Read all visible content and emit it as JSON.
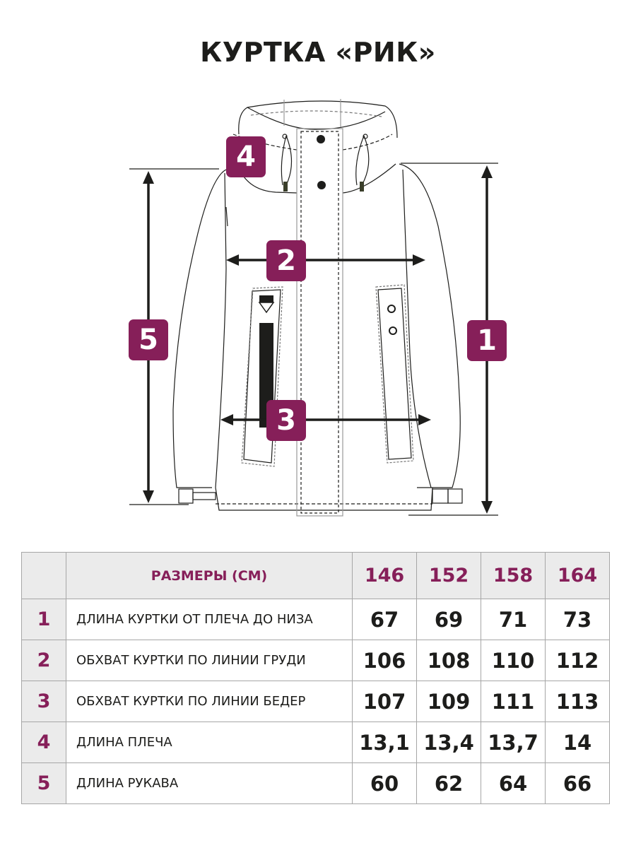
{
  "title": "КУРТКА «РИК»",
  "diagram": {
    "badges": [
      {
        "id": "1",
        "label": "1",
        "meaning": "ДЛИНА КУРТКИ ОТ ПЛЕЧА ДО НИЗА"
      },
      {
        "id": "2",
        "label": "2",
        "meaning": "ОБХВАТ КУРТКИ ПО ЛИНИИ ГРУДИ"
      },
      {
        "id": "3",
        "label": "3",
        "meaning": "ОБХВАТ КУРТКИ ПО ЛИНИИ БЕДЕР"
      },
      {
        "id": "4",
        "label": "4",
        "meaning": "ДЛИНА ПЛЕЧА"
      },
      {
        "id": "5",
        "label": "5",
        "meaning": "ДЛИНА РУКАВА"
      }
    ],
    "accent_color": "#861f59"
  },
  "table": {
    "header": {
      "label": "РАЗМЕРЫ (СМ)",
      "sizes": [
        "146",
        "152",
        "158",
        "164"
      ]
    },
    "rows": [
      {
        "num": "1",
        "label": "ДЛИНА КУРТКИ ОТ ПЛЕЧА ДО НИЗА",
        "values": [
          "67",
          "69",
          "71",
          "73"
        ]
      },
      {
        "num": "2",
        "label": "ОБХВАТ КУРТКИ ПО ЛИНИИ ГРУДИ",
        "values": [
          "106",
          "108",
          "110",
          "112"
        ]
      },
      {
        "num": "3",
        "label": "ОБХВАТ КУРТКИ ПО ЛИНИИ БЕДЕР",
        "values": [
          "107",
          "109",
          "111",
          "113"
        ]
      },
      {
        "num": "4",
        "label": "ДЛИНА ПЛЕЧА",
        "values": [
          "13,1",
          "13,4",
          "13,7",
          "14"
        ]
      },
      {
        "num": "5",
        "label": "ДЛИНА РУКАВА",
        "values": [
          "60",
          "62",
          "64",
          "66"
        ]
      }
    ]
  }
}
